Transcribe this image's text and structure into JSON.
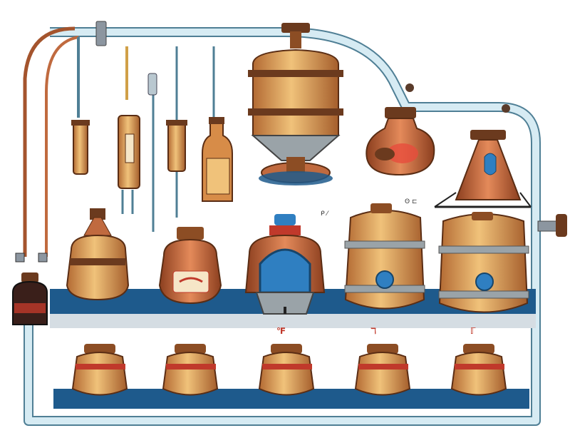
{
  "colors": {
    "pipe": "#b9d9e6",
    "pipe_outline": "#4f7f95",
    "copper": "#a4542d",
    "wood_light": "#e7b46a",
    "wood_dark": "#8c4d24",
    "shelf_blue": "#1e5a8c",
    "shelf_grey": "#d5dde3",
    "label_red": "#c0392b",
    "glass_blue": "#2f7fc1",
    "cap_brown": "#6b3a1e"
  },
  "icons": {
    "main_still": "distillation-pot-icon",
    "barrel": "wooden-barrel-icon",
    "jug": "ceramic-jug-icon",
    "cask": "small-cask-icon",
    "bottle": "bottle-icon",
    "valve": "valve-icon"
  },
  "labels": {
    "mark_1": "ʘ ⊏",
    "mark_2": "ᑭ ⁄",
    "mark_3": "℉",
    "mark_4": "ℸ",
    "mark_5": "ℾ"
  }
}
